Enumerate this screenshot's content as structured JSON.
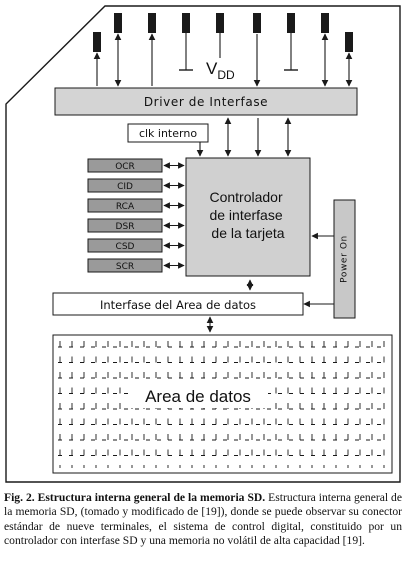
{
  "diagram": {
    "vdd_label": "V",
    "vdd_sub": "DD",
    "driver_label": "Driver de Interfase",
    "clk_label": "clk interno",
    "controller_lines": [
      "Controlador",
      "de interfase",
      "de la tarjeta"
    ],
    "registers": [
      "OCR",
      "CID",
      "RCA",
      "DSR",
      "CSD",
      "SCR"
    ],
    "power_label": "Power On",
    "area_interface_label": "Interfase del Area de datos",
    "data_area_label": "Area de datos",
    "colors": {
      "driver_fill": "#d4d4d4",
      "register_fill": "#9a9a9a",
      "controller_fill": "#d0d0d0",
      "power_fill": "#c8c8c8",
      "line": "#1a1a1a"
    }
  },
  "caption": {
    "label": "Fig. 2. Estructura interna general de la memoria SD.",
    "text": "Estructura interna general de la memoria SD, (tomado y modificado de [19]), donde se puede observar su conector estándar de nueve terminales, el sistema de control digital, constituido por un controlador con interfase SD y una memoria no volátil de alta capacidad [19]."
  }
}
